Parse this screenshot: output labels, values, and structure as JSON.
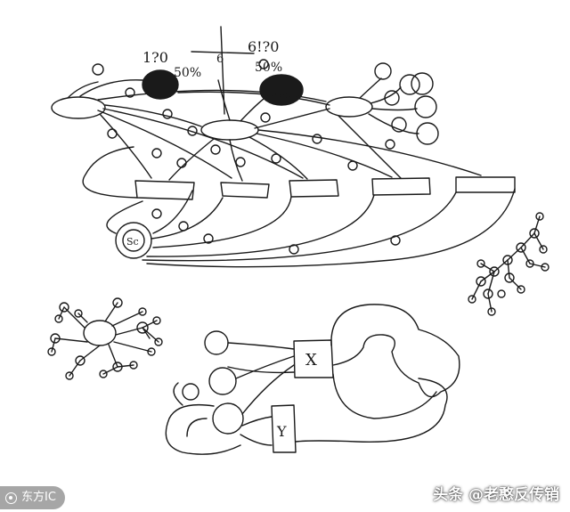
{
  "sketch": {
    "annotations": {
      "top_left_numbers": "1?0",
      "top_left_percent": "50%",
      "top_center_number": "6",
      "top_right_numbers": "6!?0",
      "top_right_percent": "50%",
      "box_x": "X",
      "box_y": "Y",
      "node_label": "Sc"
    }
  },
  "watermark": {
    "source_label": "东方IC",
    "author_label": "头条 @老憨反传销"
  }
}
